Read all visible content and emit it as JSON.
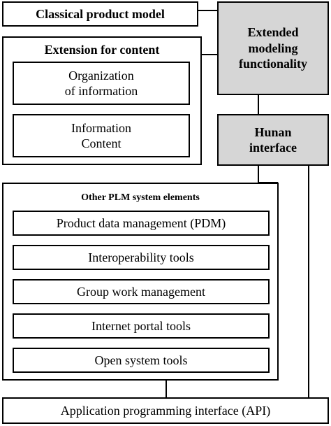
{
  "classical": {
    "label": "Classical product model"
  },
  "extension": {
    "title": "Extension for  content",
    "items": [
      {
        "line1": "Organization",
        "line2": "of information"
      },
      {
        "line1": "Information",
        "line2": "Content"
      }
    ]
  },
  "extended": {
    "line1": "Extended",
    "line2": "modeling",
    "line3": "functionality"
  },
  "human": {
    "line1": "Hunan",
    "line2": "interface"
  },
  "plm": {
    "title": "Other  PLM system elements",
    "items": [
      "Product data management (PDM)",
      "Interoperability tools",
      "Group work management",
      "Internet portal tools",
      "Open system tools"
    ]
  },
  "api": {
    "label": "Application programming interface (API)"
  }
}
